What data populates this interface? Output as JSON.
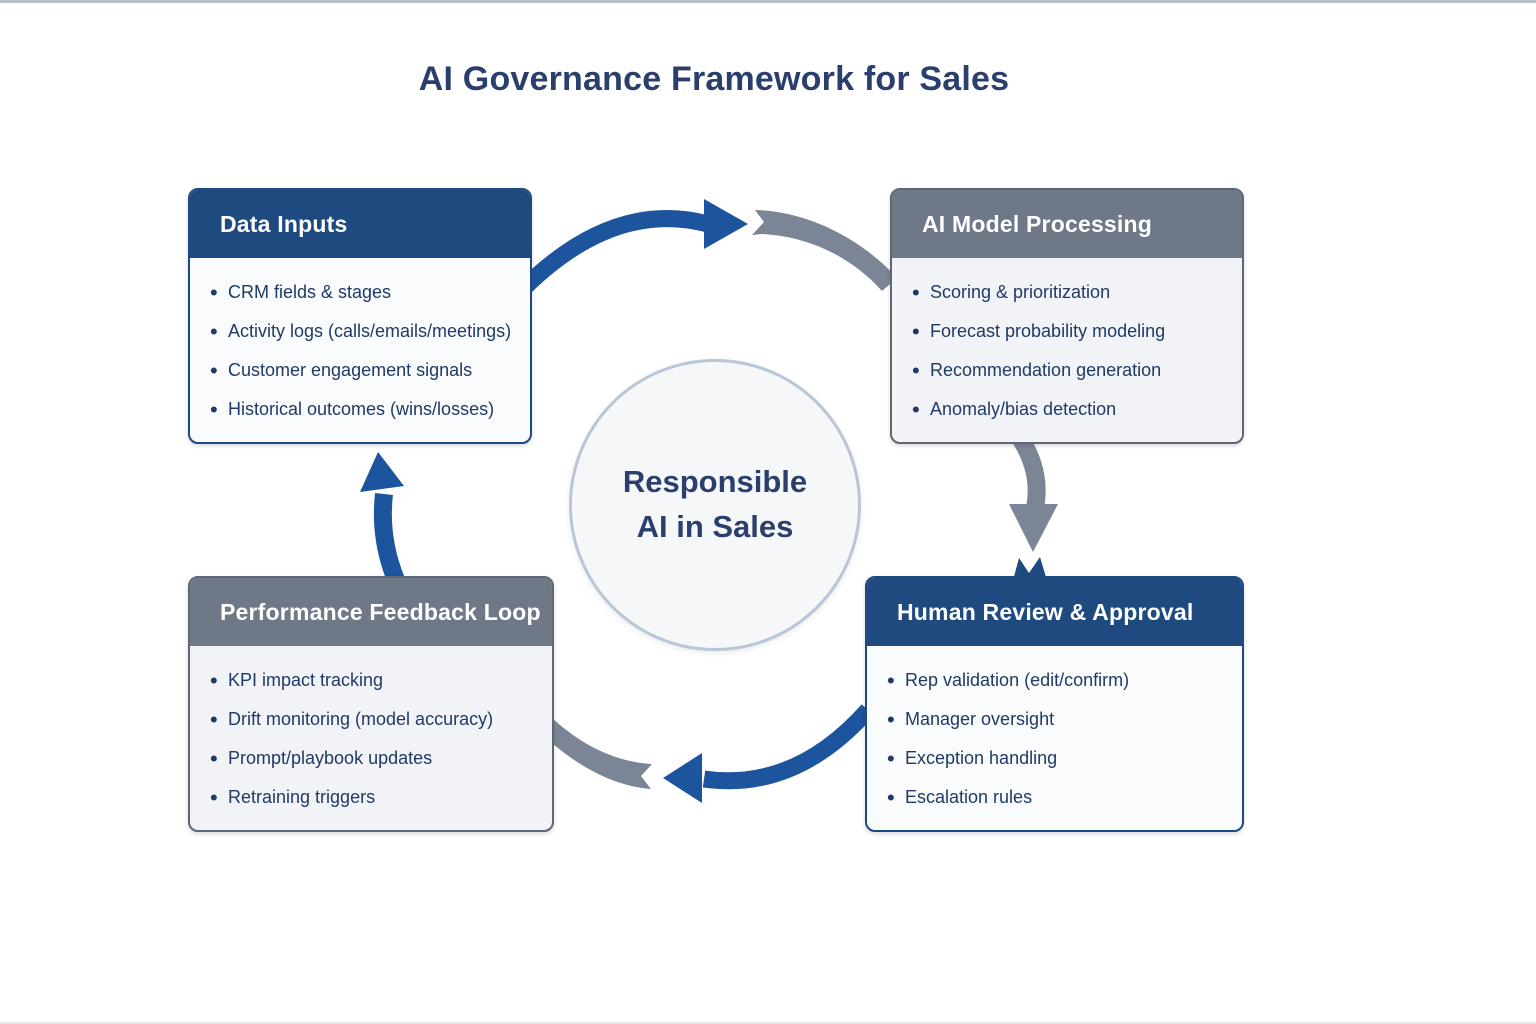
{
  "title": "AI Governance Framework for Sales",
  "center": {
    "line1": "Responsible",
    "line2": "AI in Sales"
  },
  "boxes": [
    {
      "id": "data-inputs",
      "title": "Data Inputs",
      "variant": "blue",
      "items": [
        "CRM fields & stages",
        "Activity logs (calls/emails/meetings)",
        "Customer engagement signals",
        "Historical outcomes (wins/losses)"
      ]
    },
    {
      "id": "ai-model-processing",
      "title": "AI Model Processing",
      "variant": "gray",
      "items": [
        "Scoring & prioritization",
        "Forecast probability modeling",
        "Recommendation generation",
        "Anomaly/bias detection"
      ]
    },
    {
      "id": "human-review-approval",
      "title": "Human Review & Approval",
      "variant": "blue",
      "items": [
        "Rep validation (edit/confirm)",
        "Manager oversight",
        "Exception handling",
        "Escalation rules"
      ]
    },
    {
      "id": "performance-feedback-loop",
      "title": "Performance Feedback Loop",
      "variant": "gray",
      "items": [
        "KPI impact tracking",
        "Drift monitoring (model accuracy)",
        "Prompt/playbook updates",
        "Retraining triggers"
      ]
    }
  ],
  "colors": {
    "header_blue": "#1e4a80",
    "header_gray": "#6e7887",
    "border_blue": "#1e4a80",
    "border_gray": "#5d6775",
    "body_light": "#fafbfd",
    "body_gray": "#f2f3f6",
    "text_navy": "#1f3a66",
    "title_navy": "#2a3f6d",
    "arrow_blue": "#1c549e",
    "arrow_gray": "#7c8595",
    "notch_blue": "#1e4a80",
    "circle_bg": "#f6f7f9",
    "circle_border": "#b9c6d7",
    "edge_top": "#b9bfc7",
    "edge_bottom": "#e3e6ea"
  }
}
